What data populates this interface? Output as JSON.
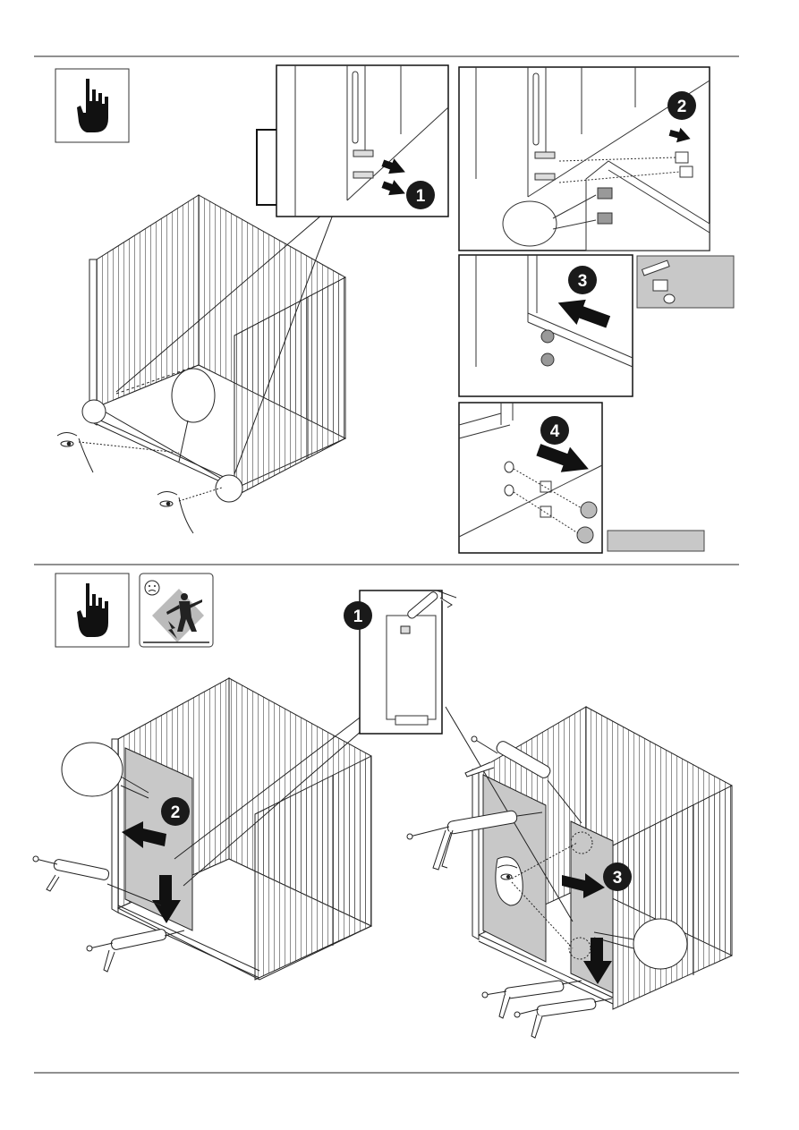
{
  "document": {
    "type": "assembly-instructions-page",
    "section_top": {
      "steps": [
        "1",
        "2",
        "3",
        "4"
      ],
      "icons": [
        "hand-caution-icon"
      ]
    },
    "section_bottom": {
      "steps": [
        "1",
        "2",
        "3"
      ],
      "icons": [
        "hand-caution-icon",
        "sad-face-icon",
        "person-electric-shock-icon"
      ]
    },
    "colors": {
      "line": "#1a1a1a",
      "panel_gray": "#c8c8c8",
      "step_badge": "#1a1a1a"
    }
  }
}
